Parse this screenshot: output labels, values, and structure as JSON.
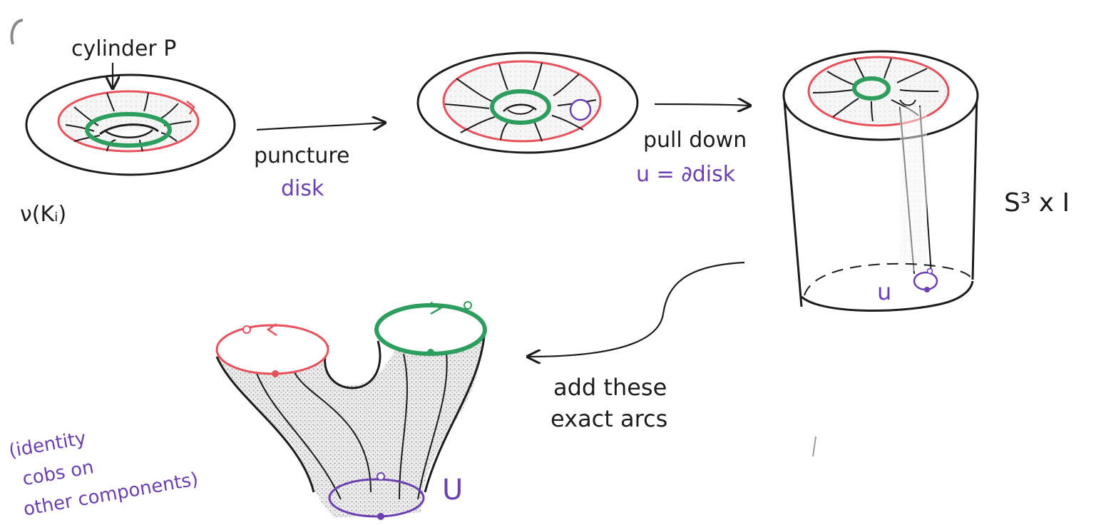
{
  "labels": {
    "cylinder_p": "cylinder P",
    "nu_k": "ν(Kᵢ)",
    "puncture": "puncture",
    "disk": "disk",
    "pull_down": "pull down",
    "u_boundary": "u = ∂disk",
    "s3_times_i": "S³ x I",
    "u_bottom": "u",
    "add_arcs_line1": "add these",
    "add_arcs_line2": "exact arcs",
    "identity_line1": "(identity",
    "identity_line2": "cobs on",
    "identity_line3": "other components)",
    "u_cobordism": "U"
  },
  "colors": {
    "ink": "#1c1c1c",
    "red": "#e8505b",
    "green": "#2e9e5e",
    "purple": "#6a3fb0",
    "shade": "#bdbdbd"
  }
}
